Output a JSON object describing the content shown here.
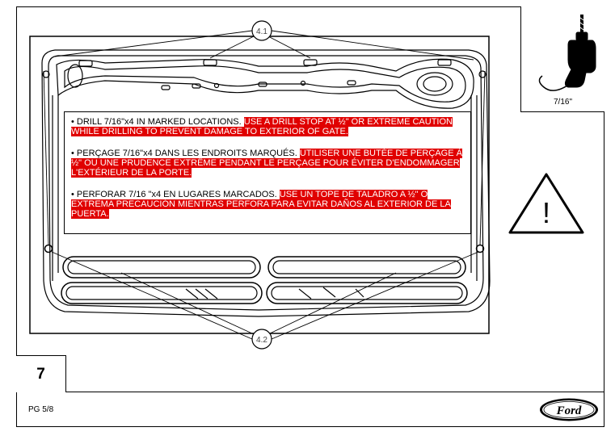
{
  "callouts": {
    "top": "4.1",
    "bottom": "4.2"
  },
  "tool": {
    "size_label": "7/16\"",
    "icon": "drill-icon"
  },
  "instructions": [
    {
      "text": "• DRILL 7/16\"x4 IN MARKED LOCATIONS. ",
      "warning": "USE A DRILL STOP AT ½\" OR EXTREME CAUTION WHILE DRILLING TO PREVENT DAMAGE TO EXTERIOR OF GATE."
    },
    {
      "text": "• PERÇAGE 7/16\"x4 DANS LES ENDROITS MARQUÉS. ",
      "warning": "UTILISER UNE BUTÉE DE PERÇAGE À ½\" OU UNE PRUDENCE EXTRÊME PENDANT LE PERÇAGE POUR ÉVITER D'ENDOMMAGER L'EXTÉRIEUR DE LA PORTE."
    },
    {
      "text": "• PERFORAR 7/16 \"x4 EN LUGARES MARCADOS. ",
      "warning": "USE UN TOPE DE TALADRO A ½\" O EXTREMA PRECAUCIÓN MIENTRAS PERFORA PARA EVITAR DAÑOS AL EXTERIOR DE LA PUERTA."
    }
  ],
  "warning_symbol": "!",
  "step_number": "7",
  "page_number": "PG 5/8",
  "brand": {
    "logo": "Ford",
    "logo_color": "#000000"
  },
  "colors": {
    "warning_highlight": "#e00000"
  }
}
